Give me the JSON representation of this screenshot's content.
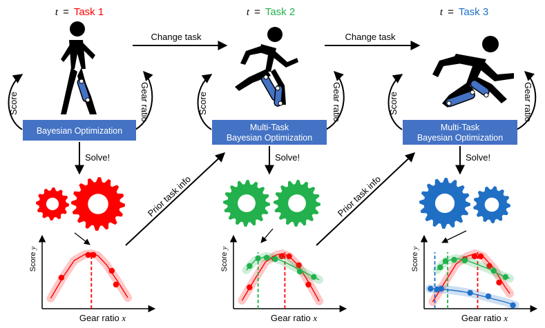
{
  "colors": {
    "task1": "#ff0000",
    "task2": "#22b14c",
    "task3": "#1f6fc5",
    "box": "#4472c4",
    "dark": "#000000"
  },
  "icons": [
    "walking-person-icon",
    "running-person-icon",
    "sprinting-person-icon",
    "gear-icon",
    "loop-arrow-icon"
  ],
  "panels": [
    {
      "t_label": "t",
      "equals": "=",
      "task_label": "Task 1",
      "box_lines": [
        "Bayesian Optimization"
      ],
      "solve_label": "Solve!",
      "score_label": "Score",
      "gear_ratio_label": "Gear ratio"
    },
    {
      "t_label": "t",
      "equals": "=",
      "task_label": "Task 2",
      "box_lines": [
        "Multi-Task",
        "Bayesian Optimization"
      ],
      "solve_label": "Solve!",
      "score_label": "Score",
      "gear_ratio_label": "Gear ratio"
    },
    {
      "t_label": "t",
      "equals": "=",
      "task_label": "Task 3",
      "box_lines": [
        "Multi-Task",
        "Bayesian Optimization"
      ],
      "solve_label": "Solve!",
      "score_label": "Score",
      "gear_ratio_label": "Gear ratio"
    }
  ],
  "transitions": {
    "change_task": "Change task",
    "prior_task_info": "Prior task info"
  },
  "axes": {
    "ylabel_text": "Score",
    "ylabel_var": "y",
    "xlabel_text": "Gear ratio",
    "xlabel_var": "x"
  },
  "chart_data": [
    {
      "type": "line",
      "xlim": [
        0,
        10
      ],
      "ylim": [
        0,
        10
      ],
      "series": [
        {
          "color_key": "task1",
          "x": [
            1.8,
            4.3,
            4.8,
            6.5,
            6.9
          ],
          "y": [
            4.5,
            7.8,
            7.8,
            5.5,
            3.5
          ],
          "curve_x": [
            0.8,
            2,
            3,
            4,
            4.6,
            5.2,
            6,
            7,
            8
          ],
          "curve_y": [
            1.5,
            4.7,
            7.0,
            7.9,
            8.0,
            7.7,
            6.4,
            4.1,
            1.6
          ],
          "optimum_x": 4.6
        }
      ]
    },
    {
      "type": "line",
      "xlim": [
        0,
        10
      ],
      "ylim": [
        0,
        10
      ],
      "series": [
        {
          "color_key": "task1",
          "x": [
            1.5,
            3.8,
            4.5,
            5.2,
            6.1,
            7.0
          ],
          "y": [
            3.1,
            7.3,
            7.6,
            7.6,
            6.3,
            3.5
          ],
          "curve_x": [
            0.8,
            2,
            3,
            4,
            4.6,
            5.2,
            6,
            7,
            8
          ],
          "curve_y": [
            1.2,
            4.3,
            6.8,
            7.8,
            8.0,
            7.6,
            6.4,
            3.9,
            1.1
          ],
          "optimum_x": 4.8
        },
        {
          "color_key": "task2",
          "x": [
            1.5,
            2.3,
            3.1,
            3.9,
            6.2,
            7.5
          ],
          "y": [
            6.2,
            7.3,
            7.4,
            7.2,
            5.4,
            4.6
          ],
          "curve_x": [
            1.2,
            2,
            3,
            4,
            5,
            6,
            7,
            8
          ],
          "curve_y": [
            5.6,
            7.0,
            7.6,
            7.3,
            6.6,
            5.8,
            5.0,
            4.2
          ],
          "optimum_x": 2.3
        }
      ]
    },
    {
      "type": "line",
      "xlim": [
        0,
        10
      ],
      "ylim": [
        0,
        10
      ],
      "series": [
        {
          "color_key": "task1",
          "x": [
            3.8,
            4.7,
            5.3,
            6.1,
            7.0
          ],
          "y": [
            7.2,
            7.6,
            7.6,
            6.2,
            3.8
          ],
          "curve_x": [
            0.8,
            2,
            3,
            4,
            4.8,
            5.5,
            6.5,
            7.5,
            8
          ],
          "curve_y": [
            1.0,
            4.0,
            6.5,
            7.6,
            8.0,
            7.6,
            5.9,
            3.3,
            2.2
          ],
          "optimum_x": 5.0
        },
        {
          "color_key": "task2",
          "x": [
            1.5,
            2.0,
            2.8,
            3.8,
            6.5,
            7.6
          ],
          "y": [
            6.0,
            6.9,
            7.1,
            7.0,
            5.5,
            4.6
          ],
          "curve_x": [
            1.2,
            2,
            3,
            4,
            5,
            6,
            7,
            8
          ],
          "curve_y": [
            5.6,
            6.9,
            7.3,
            7.0,
            6.4,
            5.8,
            5.0,
            4.4
          ],
          "optimum_x": 2.2
        },
        {
          "color_key": "task3",
          "x": [
            0.6,
            1.2,
            1.6,
            4.3,
            6.0,
            8.3
          ],
          "y": [
            2.9,
            2.8,
            2.9,
            2.3,
            1.8,
            0.5
          ],
          "curve_x": [
            0.5,
            1.5,
            2.5,
            3.5,
            4.5,
            5.5,
            6.5,
            7.5,
            8.5
          ],
          "curve_y": [
            2.9,
            2.85,
            2.7,
            2.5,
            2.2,
            1.8,
            1.4,
            1.0,
            0.5
          ],
          "optimum_x": 1.0
        }
      ]
    }
  ]
}
